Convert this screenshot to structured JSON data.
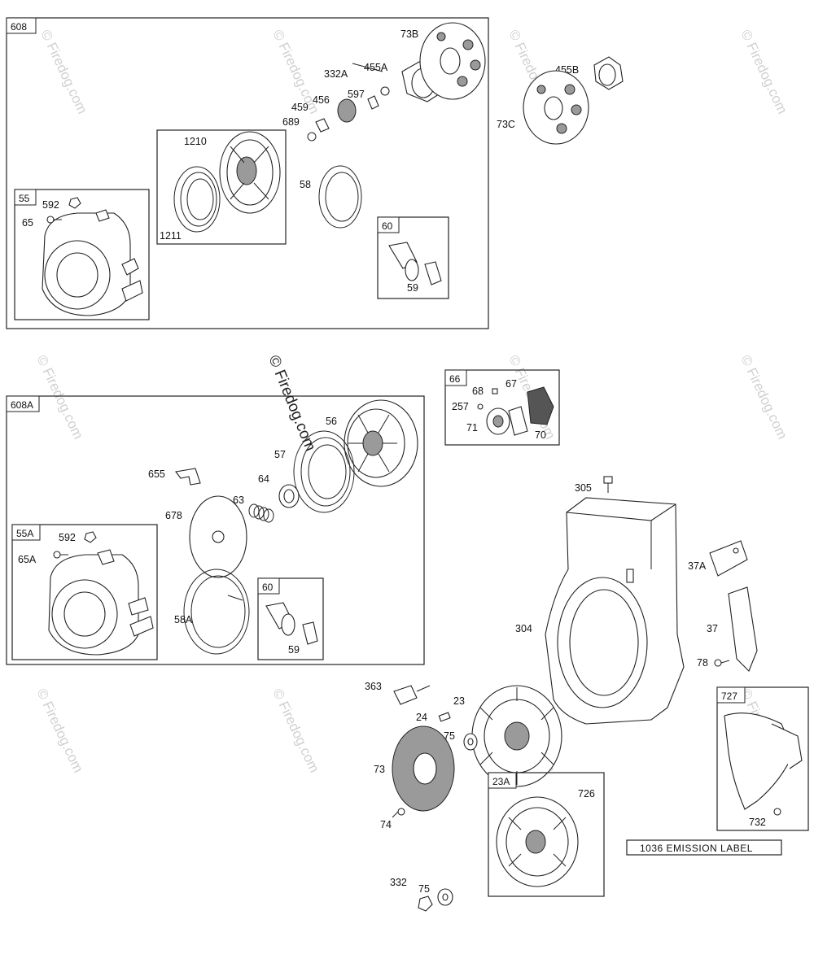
{
  "watermark": "© Firedog.com",
  "groups": [
    {
      "id": "g608",
      "tag": "608"
    },
    {
      "id": "g55",
      "tag": "55"
    },
    {
      "id": "g60a",
      "tag": "60"
    },
    {
      "id": "g608a",
      "tag": "608A"
    },
    {
      "id": "g55a",
      "tag": "55A"
    },
    {
      "id": "g60b",
      "tag": "60"
    },
    {
      "id": "g66",
      "tag": "66"
    },
    {
      "id": "g23a",
      "tag": "23A"
    },
    {
      "id": "g727",
      "tag": "727"
    }
  ],
  "callouts": {
    "c73B": "73B",
    "c455A": "455A",
    "c332A": "332A",
    "c597": "597",
    "c456": "456",
    "c459": "459",
    "c689": "689",
    "c455B": "455B",
    "c73C": "73C",
    "c1210": "1210",
    "c1211": "1211",
    "c58": "58",
    "c592a": "592",
    "c65": "65",
    "c59a": "59",
    "c56": "56",
    "c57": "57",
    "c655": "655",
    "c64": "64",
    "c63": "63",
    "c678": "678",
    "c58A": "58A",
    "c592b": "592",
    "c65A": "65A",
    "c59b": "59",
    "c68": "68",
    "c67": "67",
    "c257": "257",
    "c71": "71",
    "c70": "70",
    "c305": "305",
    "c37A": "37A",
    "c304": "304",
    "c37": "37",
    "c78": "78",
    "c363": "363",
    "c23": "23",
    "c24": "24",
    "c75a": "75",
    "c73": "73",
    "c74": "74",
    "c726": "726",
    "c732": "732",
    "c332": "332",
    "c75b": "75"
  },
  "emission_label": "1036 EMISSION LABEL"
}
